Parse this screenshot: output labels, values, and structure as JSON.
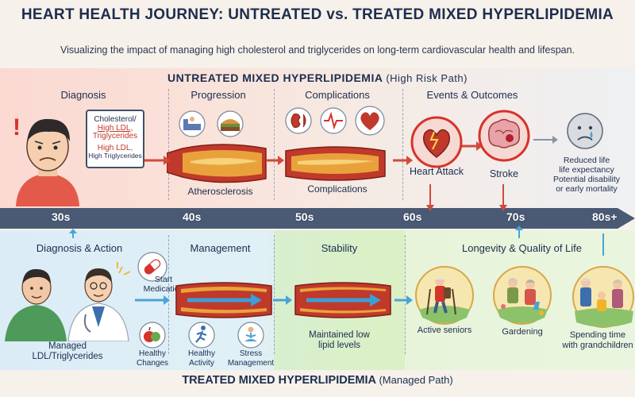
{
  "title": "HEART HEALTH JOURNEY: UNTREATED vs. TREATED MIXED HYPERLIPIDEMIA",
  "subtitle": "Visualizing the impact of managing high cholesterol and triglycerides on long-term cardiovascular health and lifespan.",
  "untreated": {
    "heading": "UNTREATED MIXED HYPERLIPIDEMIA",
    "heading_sub": "(High Risk Path)",
    "stages": [
      "Diagnosis",
      "Progression",
      "Complications",
      "Events & Outcomes"
    ],
    "diagnosis_card": [
      "Cholesterol/",
      "High LDL,",
      "Triglycerides",
      "High LDL,",
      "High Triglycerides"
    ],
    "artery1_label": "Atherosclerosis",
    "artery2_label": "Complications",
    "heart_attack": "Heart Attack",
    "stroke": "Stroke",
    "outcome": [
      "Reduced life",
      "life expectancy",
      "Potential disability",
      "or early mortality"
    ]
  },
  "timeline": [
    "30s",
    "40s",
    "50s",
    "60s",
    "70s",
    "80s+"
  ],
  "treated": {
    "heading": "TREATED MIXED HYPERLIPIDEMIA",
    "heading_sub": "(Managed Path)",
    "stages": [
      "Diagnosis & Action",
      "Management",
      "Stability",
      "Longevity & Quality of Life"
    ],
    "managed_label": [
      "Managed",
      "LDL/Triglycerides"
    ],
    "start_medication": [
      "Start",
      "Medication"
    ],
    "healthy_changes": [
      "Healthy",
      "Changes"
    ],
    "healthy_activity": [
      "Healthy",
      "Activity"
    ],
    "stress_management": [
      "Stress",
      "Management"
    ],
    "stability_text": [
      "Maintained low",
      "lipid levels"
    ],
    "active_seniors": "Active seniors",
    "gardening": "Gardening",
    "grandchildren": [
      "Spending time",
      "with grandchildren"
    ]
  },
  "colors": {
    "timeline": "#4a5a74",
    "artery": "#c0392b",
    "plaque": "#e3b341",
    "flow": "#3aa0d8",
    "arrow_red": "#d24a3c",
    "arrow_blue": "#4aa3d6"
  },
  "icons": [
    "exclamation-icon",
    "worried-man-icon",
    "couch-icon",
    "fast-food-icon",
    "kidney-icon",
    "heartbeat-icon",
    "heart-icon",
    "heart-attack-icon",
    "brain-icon",
    "sad-face-icon",
    "pill-icon",
    "doctor-icon",
    "patient-icon",
    "apple-icon",
    "runner-icon",
    "meditation-icon",
    "hiker-icon",
    "gardener-icon",
    "family-icon"
  ]
}
